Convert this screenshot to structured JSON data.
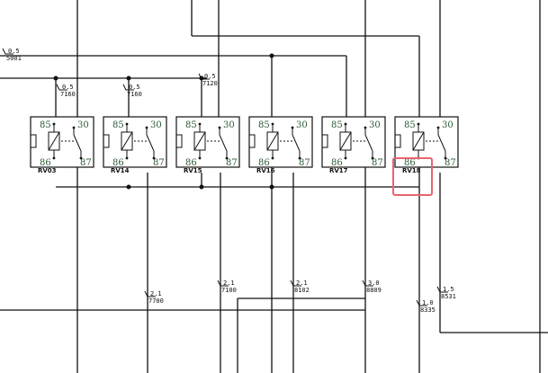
{
  "relays": [
    {
      "label": "RV03",
      "pins": {
        "p85": "85",
        "p30": "30",
        "p86": "86",
        "p87": "87"
      }
    },
    {
      "label": "RV14",
      "pins": {
        "p85": "85",
        "p30": "30",
        "p86": "86",
        "p87": "87"
      }
    },
    {
      "label": "RV15",
      "pins": {
        "p85": "85",
        "p30": "30",
        "p86": "86",
        "p87": "87"
      }
    },
    {
      "label": "RV16",
      "pins": {
        "p85": "85",
        "p30": "30",
        "p86": "86",
        "p87": "87"
      }
    },
    {
      "label": "RV17",
      "pins": {
        "p85": "85",
        "p30": "30",
        "p86": "86",
        "p87": "87"
      }
    },
    {
      "label": "RV18",
      "pins": {
        "p85": "85",
        "p30": "30",
        "p86": "86",
        "p87": "87"
      }
    }
  ],
  "wire_labels": [
    {
      "size": "0.5",
      "code": "5001"
    },
    {
      "size": "0.5",
      "code": "7160"
    },
    {
      "size": "0.5",
      "code": "7160"
    },
    {
      "size": "0.5",
      "code": "7120"
    },
    {
      "size": "2.1",
      "code": "7700"
    },
    {
      "size": "2.1",
      "code": "7100"
    },
    {
      "size": "2.1",
      "code": "8102"
    },
    {
      "size": "3.0",
      "code": "8809"
    },
    {
      "size": "1.0",
      "code": "8335"
    },
    {
      "size": "1.5",
      "code": "8531"
    }
  ],
  "highlight": {
    "target": "RV18",
    "color": "#e8646e"
  }
}
